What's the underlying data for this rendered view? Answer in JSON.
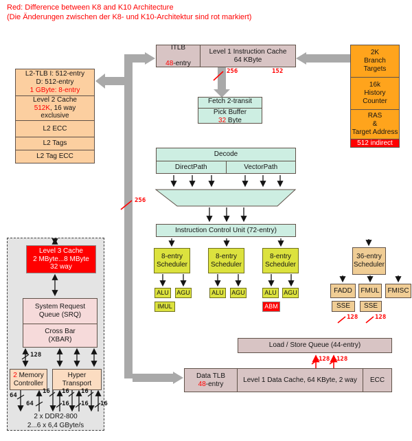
{
  "title": {
    "line1": "Red: Difference between K8 and K10 Architecture",
    "line2": "(Die Änderungen zwischen der K8- und K10-Architektur sind rot markiert)"
  },
  "top": {
    "itlb_title": "ITLB",
    "itlb_red": "48",
    "itlb_suffix": "-entry",
    "l1i": "Level 1 Instruction Cache\n64 KByte",
    "label_256": "256",
    "label_152": "152"
  },
  "branch_box": {
    "targets": "2K\nBranch\nTargets",
    "history": "16k\nHistory\nCounter",
    "ras": "RAS\n&\nTarget Address",
    "indirect": "512 indirect"
  },
  "l2_box": {
    "tlb_line1": "L2-TLB   I: 512-entry",
    "tlb_line2": "D: 512-entry",
    "tlb_line3": "1 GByte: 8-entry",
    "cache_line1": "Level 2 Cache",
    "cache_red": "512K",
    "cache_rest": ", 16 way",
    "cache_line3": "exclusive",
    "ecc": "L2 ECC",
    "tags": "L2 Tags",
    "tag_ecc": "L2 Tag ECC"
  },
  "fetch_box": {
    "fetch": "Fetch 2-transit",
    "pick": "Pick Buffer",
    "pick_red": "32",
    "pick_suffix": " Byte"
  },
  "decode_box": {
    "title": "Decode",
    "direct": "DirectPath",
    "vector": "VectorPath"
  },
  "bus_label_256": "256",
  "icu": {
    "label": "Instruction Control Unit (72-entry)"
  },
  "schedulers": {
    "int": "8-entry\nScheduler",
    "fp": "36-entry\nScheduler"
  },
  "units": {
    "alu": "ALU",
    "agu": "AGU",
    "imul": "IMUL",
    "abm": "ABM",
    "fadd": "FADD",
    "fmul": "FMUL",
    "fmisc": "FMISC",
    "sse": "SSE"
  },
  "lsq": {
    "label": "Load / Store Queue (44-entry)",
    "label_128": "128"
  },
  "sse_bus_128": "128",
  "dcache": {
    "dtlb": "Data TLB",
    "dtlb_red": "48",
    "dtlb_suffix": "-entry",
    "l1d": "Level 1 Data Cache, 64 KByte, 2 way",
    "ecc": "ECC"
  },
  "memory": {
    "l3": "Level 3 Cache\n2 MByte...8 MByte\n32 way",
    "srq": "System Request\nQueue (SRQ)",
    "xbar": "Cross Bar\n(XBAR)",
    "mc_red": "2",
    "mc_rest": " Memory",
    "mc_line2": "Controller",
    "ht": "Hyper\nTransport",
    "label_128": "128",
    "label_64": "64",
    "label_16": "16",
    "ddr": "2 x DDR2-800",
    "rate": "2...6 x 6,4 GByte/s"
  },
  "colors": {
    "accent_red": "#ff0000",
    "bus_gray": "#a9a9a9",
    "mint": "#cdeee2",
    "mauve": "#d8c4c4",
    "peach": "#fccfa0",
    "orange": "#ffa41c",
    "yellow": "#dce23e",
    "tan": "#f0cd95",
    "pink": "#f6dada"
  }
}
